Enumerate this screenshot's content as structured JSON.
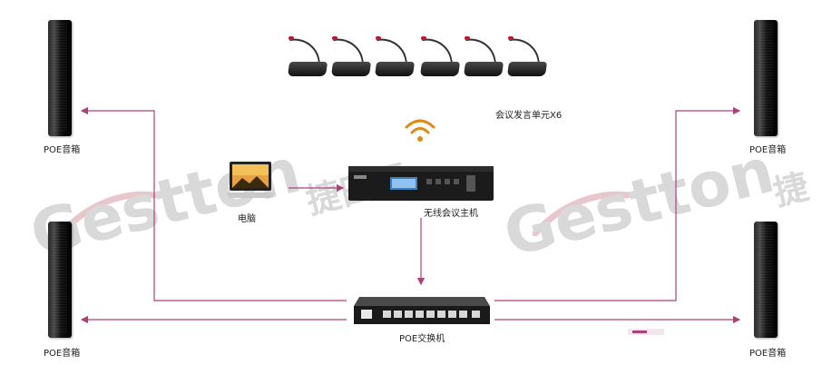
{
  "watermark": {
    "brand_left": "Gestton",
    "brand_right": "Gestton",
    "cn_left": "捷田通",
    "cn_right": "捷"
  },
  "labels": {
    "speaker_top_left": "POE音箱",
    "speaker_top_right": "POE音箱",
    "speaker_bottom_left": "POE音箱",
    "speaker_bottom_right": "POE音箱",
    "mic_units": "会议发言单元X6",
    "laptop": "电脑",
    "host": "无线会议主机",
    "switch": "POE交换机"
  },
  "icons": {
    "wifi": "wifi-icon",
    "laptop": "laptop-icon",
    "mic": "gooseneck-microphone-icon",
    "speaker": "column-speaker-icon",
    "host": "rack-host-icon",
    "switch": "network-switch-icon"
  },
  "colors": {
    "connector": "#a8437a",
    "wifi": "#e08a1e",
    "watermark": "#d9d9d9",
    "watermark_accent": "#e7c7cc"
  },
  "mic_count": 6
}
